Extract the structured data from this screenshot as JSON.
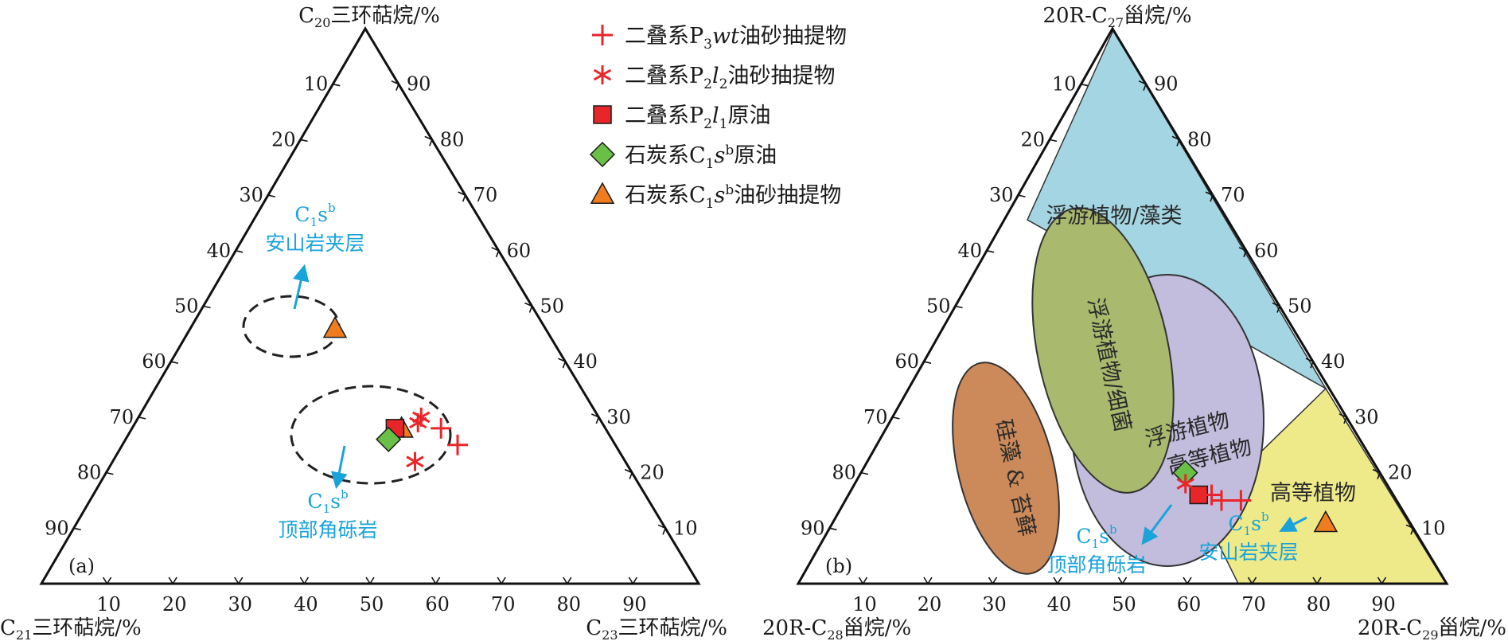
{
  "chart_data": [
    {
      "type": "scatter",
      "subtype": "ternary",
      "panel_label": "(a)",
      "axes": {
        "top": "C20三环萜烷/%",
        "left": "C21三环萜烷/%",
        "right": "C23三环萜烷/%",
        "range": [
          0,
          100
        ],
        "ticks": [
          10,
          20,
          30,
          40,
          50,
          60,
          70,
          80,
          90
        ]
      },
      "tick_labels": {
        "bottom": [
          "10",
          "20",
          "30",
          "40",
          "50",
          "60",
          "70",
          "80",
          "90"
        ],
        "left": [
          "10",
          "20",
          "30",
          "40",
          "50",
          "60",
          "70",
          "80",
          "90"
        ],
        "right": [
          "10",
          "20",
          "30",
          "40",
          "50",
          "60",
          "70",
          "80",
          "90"
        ]
      },
      "series": [
        {
          "name": "二叠系P3wt油砂抽提物",
          "marker": "plus",
          "color": "#e8262a",
          "points": [
            {
              "right": 47,
              "top": 28
            },
            {
              "right": 51,
              "top": 25
            }
          ]
        },
        {
          "name": "二叠系P2l2油砂抽提物",
          "marker": "asterisk",
          "color": "#e8262a",
          "points": [
            {
              "right": 43,
              "top": 29
            },
            {
              "right": 46,
              "top": 22
            },
            {
              "right": 43,
              "top": 30
            }
          ]
        },
        {
          "name": "二叠系P2l1原油",
          "marker": "square",
          "color": "#e8262a",
          "points": [
            {
              "right": 40,
              "top": 28
            }
          ]
        },
        {
          "name": "石炭系C1sb原油",
          "marker": "diamond",
          "color": "#6abf47",
          "points": [
            {
              "right": 40,
              "top": 26
            }
          ]
        },
        {
          "name": "石炭系C1sb油砂抽提物",
          "marker": "triangle",
          "color": "#f07c20",
          "points": [
            {
              "right": 41,
              "top": 28
            },
            {
              "right": 22,
              "top": 46
            }
          ]
        }
      ],
      "annotations": [
        {
          "lines": [
            "C1sb",
            "安山岩夹层"
          ]
        },
        {
          "lines": [
            "C1sb",
            "顶部角砾岩"
          ]
        }
      ]
    },
    {
      "type": "scatter",
      "subtype": "ternary",
      "panel_label": "(b)",
      "axes": {
        "top": "20R-C27甾烷/%",
        "left": "20R-C28甾烷/%",
        "right": "20R-C29甾烷/%",
        "range": [
          0,
          100
        ],
        "ticks": [
          10,
          20,
          30,
          40,
          50,
          60,
          70,
          80,
          90
        ]
      },
      "tick_labels": {
        "bottom": [
          "10",
          "20",
          "30",
          "40",
          "50",
          "60",
          "70",
          "80",
          "90"
        ],
        "left": [
          "10",
          "20",
          "30",
          "40",
          "50",
          "60",
          "70",
          "80",
          "90"
        ],
        "right": [
          "10",
          "20",
          "30",
          "40",
          "50",
          "60",
          "70",
          "80",
          "90"
        ]
      },
      "regions": [
        {
          "label": "浮游植物/藻类",
          "color": "#a4d5e2"
        },
        {
          "label": "高等植物",
          "color": "#eeea8a"
        },
        {
          "label": "浮游植物/细菌",
          "color": "#a9b96e"
        },
        {
          "label": "浮游植物",
          "label2": "高等植物",
          "color": "#c2bcdd"
        },
        {
          "label": "硅藻 & 苔藓",
          "color": "#cc8a5a"
        }
      ],
      "series": [
        {
          "name": "二叠系P3wt油砂抽提物",
          "marker": "plus",
          "color": "#e8262a",
          "points": [
            {
              "right": 56,
              "top": 16
            },
            {
              "right": 61,
              "top": 15
            },
            {
              "right": 58,
              "top": 15
            }
          ]
        },
        {
          "name": "二叠系P2l2油砂抽提物",
          "marker": "asterisk",
          "color": "#e8262a",
          "points": [
            {
              "right": 51,
              "top": 18
            }
          ]
        },
        {
          "name": "二叠系P2l1原油",
          "marker": "square",
          "color": "#e8262a",
          "points": [
            {
              "right": 54,
              "top": 16
            }
          ]
        },
        {
          "name": "石炭系C1sb原油",
          "marker": "diamond",
          "color": "#6abf47",
          "points": [
            {
              "right": 50,
              "top": 20
            }
          ]
        },
        {
          "name": "石炭系C1sb油砂抽提物",
          "marker": "triangle",
          "color": "#f07c20",
          "points": [
            {
              "right": 76,
              "top": 11
            }
          ]
        }
      ],
      "annotations": [
        {
          "lines": [
            "C1sb",
            "顶部角砾岩"
          ]
        },
        {
          "lines": [
            "C1sb",
            "安山岩夹层"
          ]
        }
      ]
    }
  ],
  "legend": {
    "items": [
      {
        "marker": "plus",
        "color": "#e8262a",
        "prefix": "二叠系P",
        "sub": "3",
        "italic": "wt",
        "suffix": "油砂抽提物"
      },
      {
        "marker": "asterisk",
        "color": "#e8262a",
        "prefix": "二叠系P",
        "sub": "2",
        "italic": "l",
        "sub2": "2",
        "suffix": "油砂抽提物"
      },
      {
        "marker": "square",
        "color": "#e8262a",
        "prefix": "二叠系P",
        "sub": "2",
        "italic": "l",
        "sub2": "1",
        "suffix": "原油"
      },
      {
        "marker": "diamond",
        "color": "#6abf47",
        "prefix": "石炭系C",
        "sub": "1",
        "italic": "s",
        "sup": "b",
        "suffix": "原油"
      },
      {
        "marker": "triangle",
        "color": "#f07c20",
        "prefix": "石炭系C",
        "sub": "1",
        "italic": "s",
        "sup": "b",
        "suffix": "油砂抽提物"
      }
    ]
  },
  "colors": {
    "annotation": "#1aa3d9",
    "marker_red": "#e8262a",
    "marker_green": "#6abf47",
    "marker_orange": "#f07c20"
  }
}
